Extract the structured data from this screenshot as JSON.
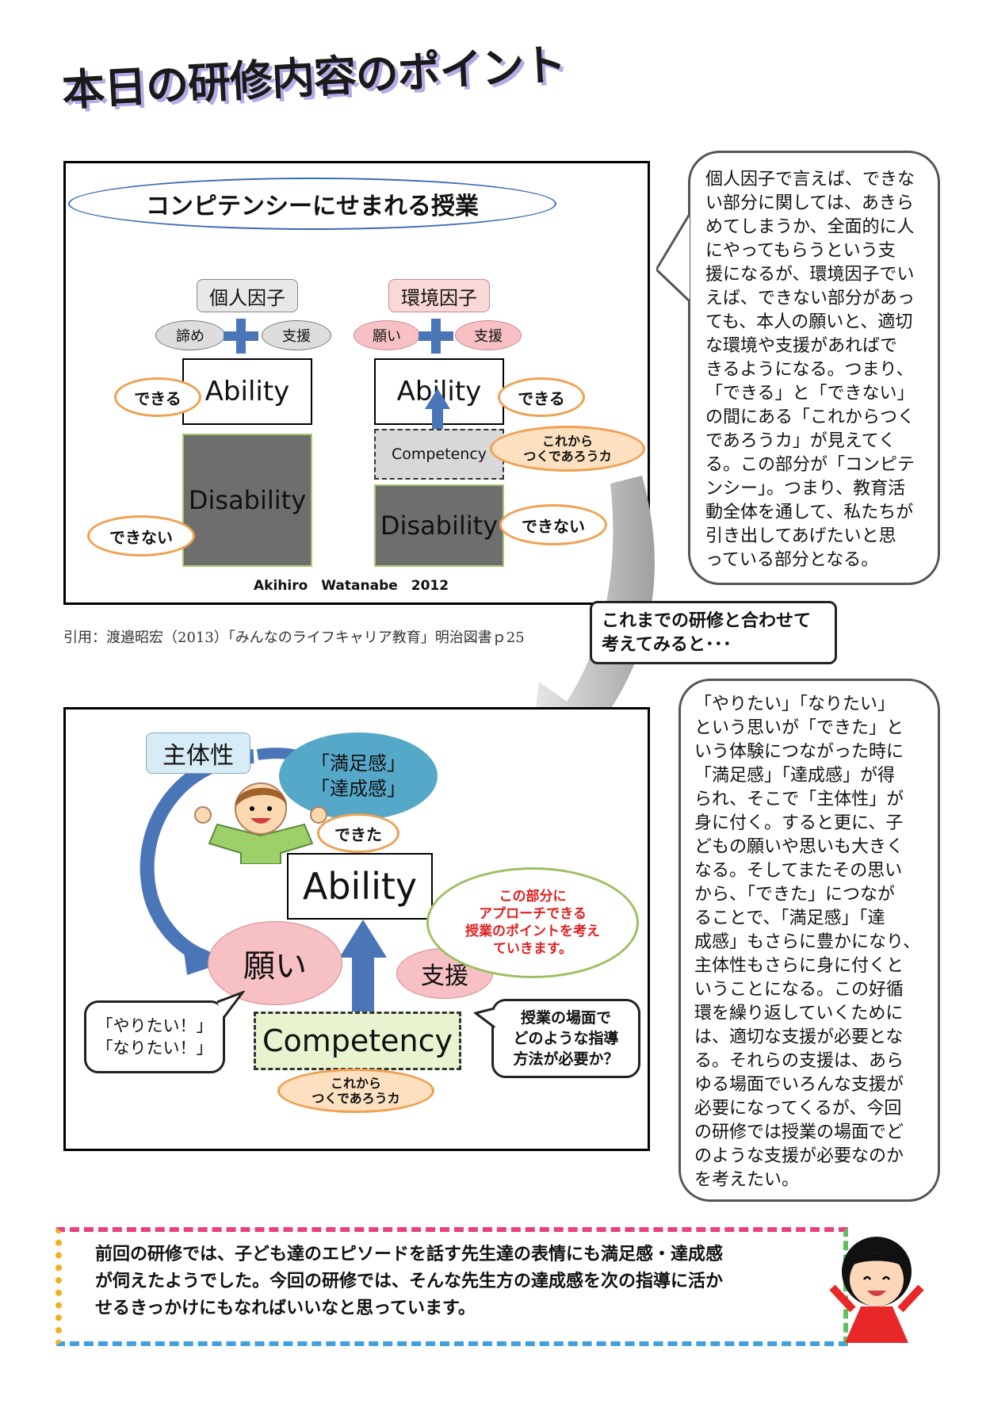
{
  "title": "本日の研修内容のポイント",
  "top": {
    "heading": "コンピテンシーにせまれる授業",
    "left_factor": "個人因子",
    "right_factor": "環境因子",
    "left_pill_a": "諦め",
    "left_pill_b": "支援",
    "right_pill_a": "願い",
    "right_pill_b": "支援",
    "ability": "Ability",
    "disability": "Disability",
    "competency": "Competency",
    "dekiru": "できる",
    "dekinai": "できない",
    "korekara_1": "これから",
    "korekara_2": "つくであろうカ",
    "credit": "Akihiro　Watanabe　2012"
  },
  "citation": "引用：渡邉昭宏（2013）「みんなのライフキャリア教育」明治図書ｐ25",
  "right_top_text": [
    "個人因子で言えば、できな",
    "い部分に関しては、あきら",
    "めてしまうか、全面的に人",
    "にやってもらうという支",
    "援になるが、環境因子でい",
    "えば、できない部分があっ",
    "ても、本人の願いと、適切",
    "な環境や支援があればで",
    "きるようになる。つまり、",
    "「できる」と「できない」",
    "の間にある「これからつく",
    "であろうカ」が見えてく",
    "る。この部分が「コンピテ",
    "ンシー」。つまり、教育活",
    "動全体を通して、私たちが",
    "引き出してあげたいと思",
    "っている部分となる。"
  ],
  "callout": [
    "これまでの研修と合わせて",
    "考えてみると･･･"
  ],
  "bottom": {
    "shutaisei": "主体性",
    "manzoku_1": "「満足感」",
    "manzoku_2": "「達成感」",
    "dekita": "できた",
    "ability": "Ability",
    "negai": "願い",
    "shien": "支援",
    "competency": "Competency",
    "korekara_1": "これから",
    "korekara_2": "つくであろうカ",
    "yaritai_1": "「やりたい！」",
    "yaritai_2": "「なりたい！」",
    "approach": [
      "この部分に",
      "アプローチできる",
      "授業のポイントを考え",
      "ていきます。"
    ],
    "question": [
      "授業の場面で",
      "どのような指導",
      "方法が必要か？"
    ]
  },
  "right_bottom_text": [
    "「やりたい」「なりたい」",
    "という思いが「できた」と",
    "いう体験につながった時に",
    "「満足感」「達成感」が得",
    "られ、そこで「主体性」が",
    "身に付く。すると更に、子",
    "どもの願いや思いも大きく",
    "なる。そしてまたその思い",
    "から、「できた」につなが",
    "ることで、「満足感」「達",
    "成感」もさらに豊かになり、",
    "主体性もさらに身に付くと",
    "いうことになる。この好循",
    "環を繰り返していくために",
    "は、適切な支援が必要とな",
    "る。それらの支援は、あら",
    "ゆる場面でいろんな支援が",
    "必要になってくるが、今回",
    "の研修では授業の場面でど",
    "のような支援が必要なのか",
    "を考えたい。"
  ],
  "footer": [
    "前回の研修では、子ども達のエピソードを話す先生達の表情にも満足感・達成感",
    "が伺えたようでした。今回の研修では、そんな先生方の達成感を次の指導に活か",
    "せるきっかけにもなればいいなと思っています。"
  ],
  "colors": {
    "orange": "#f0a050",
    "gray": "#6e6e6e",
    "pink": "#f6c0c4",
    "blue": "#4a76b8",
    "green": "#a8c870",
    "teal": "#56a8c8"
  }
}
